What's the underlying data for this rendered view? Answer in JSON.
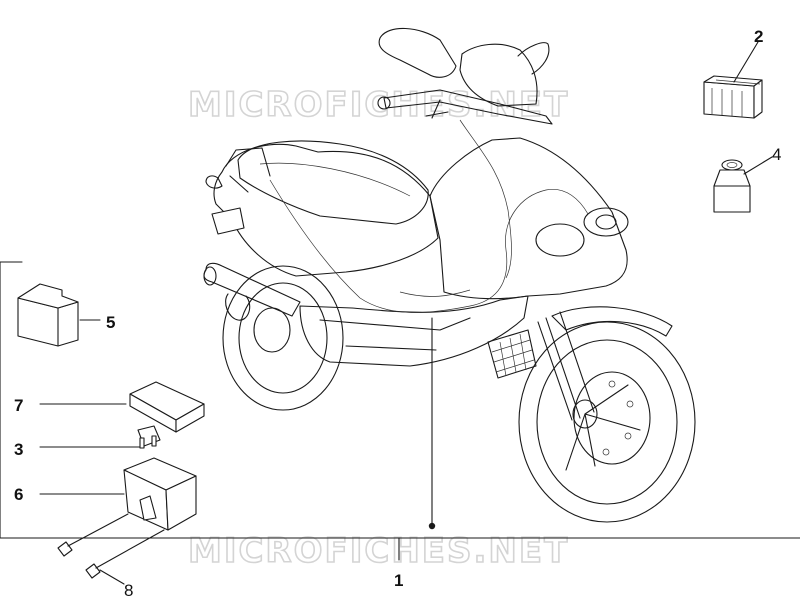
{
  "watermark": {
    "text_top": "MICROFICHES.NET",
    "text_bottom": "MICROFICHES.NET"
  },
  "callouts": {
    "c1": "1",
    "c2": "2",
    "c3": "3",
    "c4": "4",
    "c5": "5",
    "c6": "6",
    "c7": "7",
    "c8": "8"
  },
  "colors": {
    "line": "#1a1a1a",
    "watermark": "#d4d4d4",
    "background": "#ffffff"
  }
}
